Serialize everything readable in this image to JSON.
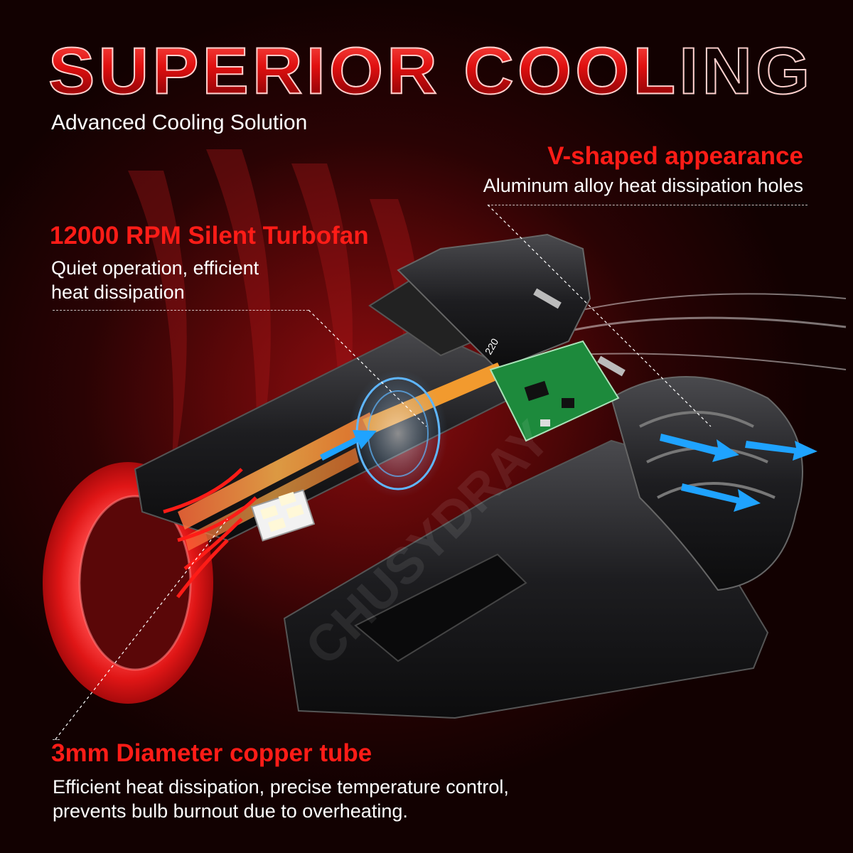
{
  "header": {
    "title": "SUPERIOR COOLING",
    "subtitle": "Advanced Cooling Solution"
  },
  "callouts": [
    {
      "title": "V-shaped appearance",
      "desc_lines": [
        "Aluminum alloy heat dissipation holes"
      ]
    },
    {
      "title": "12000 RPM Silent Turbofan",
      "desc_lines": [
        "Quiet operation, efficient",
        "heat dissipation"
      ]
    },
    {
      "title": "3mm Diameter copper tube",
      "desc_lines": [
        "Efficient heat dissipation, precise temperature control,",
        "prevents bulb burnout due to overheating."
      ]
    }
  ],
  "watermark": "CHUSYDRAY",
  "pcb_marking": "220",
  "colors": {
    "accent_red": "#ff1c17",
    "airflow_blue": "#1fa3ff",
    "heat_orange": "#ff8a1f",
    "background_red": "#5a0708"
  }
}
